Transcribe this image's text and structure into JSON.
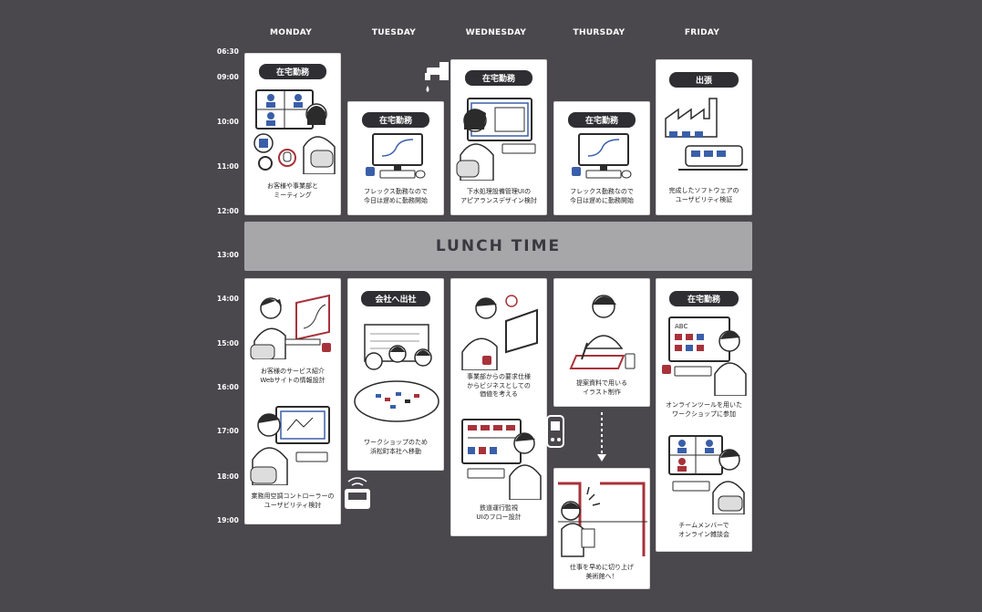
{
  "days": [
    "MONDAY",
    "TUESDAY",
    "WEDNESDAY",
    "THURSDAY",
    "FRIDAY"
  ],
  "times": [
    "06:30",
    "09:00",
    "10:00",
    "11:00",
    "12:00",
    "13:00",
    "14:00",
    "15:00",
    "16:00",
    "17:00",
    "18:00",
    "19:00"
  ],
  "lunch": "LUNCH TIME",
  "cards": {
    "mon_am": {
      "tag": "在宅勤務",
      "caption": "お客様や事業部と\nミーティング"
    },
    "tue_am": {
      "tag": "在宅勤務",
      "caption": "フレックス勤務なので\n今日は遅めに勤務開始"
    },
    "wed_am": {
      "tag": "在宅勤務",
      "caption": "下水処理設備管理UIの\nアピアランスデザイン検討"
    },
    "thu_am": {
      "tag": "在宅勤務",
      "caption": "フレックス勤務なので\n今日は遅めに勤務開始"
    },
    "fri_am": {
      "tag": "出張",
      "caption": "完成したソフトウェアの\nユーザビリティ検証"
    },
    "mon_pm1": {
      "caption": "お客様のサービス紹介\nWebサイトの情報設計"
    },
    "mon_pm2": {
      "caption": "業務用空調コントローラーの\nユーザビリティ検討"
    },
    "tue_pm": {
      "tag": "会社へ出社",
      "caption": "ワークショップのため\n浜松町本社へ移動"
    },
    "wed_pm1": {
      "caption": "事業部からの要求仕様\nからビジネスとしての\n価値を考える"
    },
    "wed_pm2": {
      "caption": "鉄道運行監視\nUIのフロー設計"
    },
    "thu_pm1": {
      "caption": "提案資料で用いる\nイラスト制作"
    },
    "thu_pm2": {
      "caption": "仕事を早めに切り上げ\n美術館へ！"
    },
    "fri_pm1": {
      "tag": "在宅勤務",
      "caption": "オンラインツールを用いた\nワークショップに参加"
    },
    "fri_pm2": {
      "caption": "チームメンバーで\nオンライン雑談会"
    }
  },
  "colors": {
    "background": "#4a484d",
    "card": "#ffffff",
    "tag": "#2f2f33",
    "lunch": "#a7a6a9",
    "accent_blue": "#3a5fa8",
    "accent_red": "#a8323a"
  }
}
